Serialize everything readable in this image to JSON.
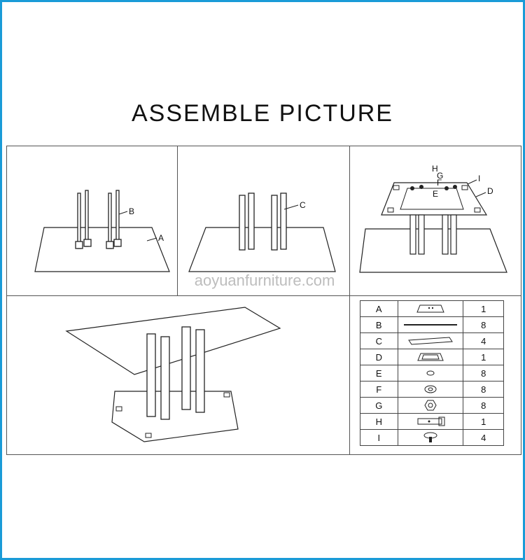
{
  "title": "ASSEMBLE PICTURE",
  "watermark": "aoyuanfurniture.com",
  "step1": {
    "label_b": "B",
    "label_a": "A"
  },
  "step2": {
    "label_c": "C"
  },
  "step3": {
    "label_h": "H",
    "label_g": "G",
    "label_f": "F",
    "label_e": "E",
    "label_i": "I",
    "label_d": "D"
  },
  "parts": [
    {
      "code": "A",
      "icon": "plate-icon",
      "qty": "1"
    },
    {
      "code": "B",
      "icon": "rod-icon",
      "qty": "8"
    },
    {
      "code": "C",
      "icon": "leg-bar-icon",
      "qty": "4"
    },
    {
      "code": "D",
      "icon": "bracket-icon",
      "qty": "1"
    },
    {
      "code": "E",
      "icon": "washer-small-icon",
      "qty": "8"
    },
    {
      "code": "F",
      "icon": "washer-icon",
      "qty": "8"
    },
    {
      "code": "G",
      "icon": "nut-icon",
      "qty": "8"
    },
    {
      "code": "H",
      "icon": "wrench-icon",
      "qty": "1"
    },
    {
      "code": "I",
      "icon": "suction-pad-icon",
      "qty": "4"
    }
  ]
}
